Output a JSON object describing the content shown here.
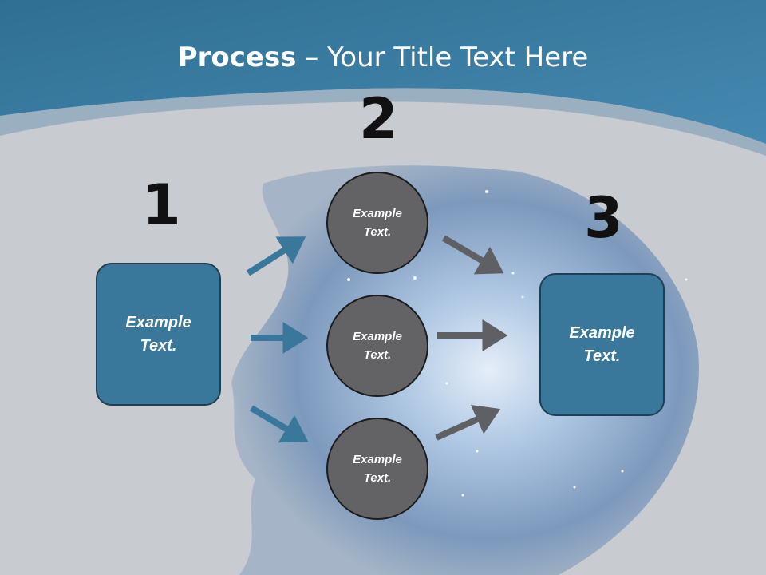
{
  "title": {
    "bold": "Process",
    "rest": " – Your Title Text Here"
  },
  "steps": {
    "one": {
      "number": "1",
      "text": "Example Text."
    },
    "two": {
      "number": "2",
      "items": [
        "Example Text.",
        "Example Text.",
        "Example Text."
      ]
    },
    "three": {
      "number": "3",
      "text": "Example Text."
    }
  },
  "colors": {
    "header": "#3d83a8",
    "box": "#3a789b",
    "circle": "#636366",
    "arrow_blue": "#3a789b",
    "arrow_gray": "#5f6063"
  }
}
